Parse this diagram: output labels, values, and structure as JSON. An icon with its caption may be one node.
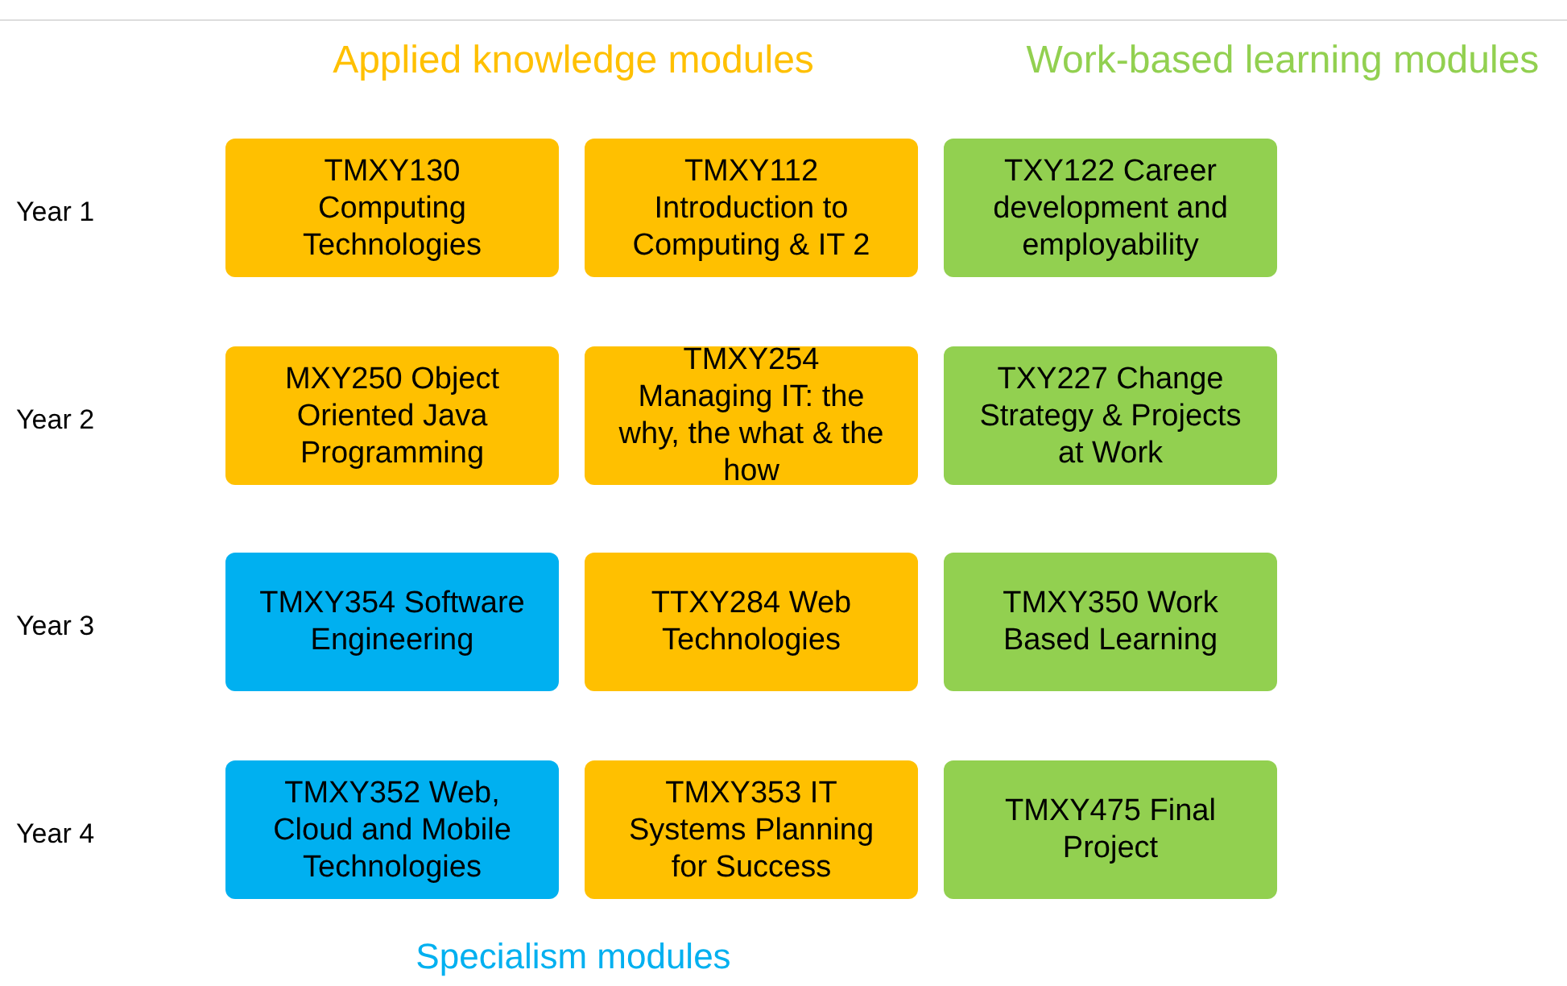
{
  "diagram": {
    "nodes": [
      {
        "text": [
          "TMXY130 Computing Technologies"
        ]
      },
      {
        "text": [
          "TMXY112 Introduction to Computing & IT 2"
        ]
      },
      {
        "text": [
          "TXY122 Career development and employability"
        ]
      },
      {
        "text": [
          "MXY250 Object Oriented Java Programming"
        ]
      },
      {
        "text": [
          "TMXY254 Managing IT: the why, the what & the how"
        ]
      },
      {
        "text": [
          "TXY227 Change Strategy & Projects at Work"
        ]
      },
      {
        "text": [
          "TMXY354 Software Engineering"
        ]
      },
      {
        "text": [
          "TTXY284 Web Technologies"
        ]
      },
      {
        "text": [
          "TMXY350 Work Based Learning"
        ]
      },
      {
        "text": [
          "TMXY352 Web, Cloud and Mobile Technologies"
        ]
      },
      {
        "text": [
          "TMXY353 IT Systems Planning for Success"
        ]
      },
      {
        "text": [
          "TMXY475 Final Project"
        ]
      }
    ],
    "labels": [
      "Applied knowledge modules",
      "Work-based learning modules",
      "Year 1",
      "Year 2",
      "Year 3",
      "Year 4",
      "Specialism modules"
    ]
  }
}
